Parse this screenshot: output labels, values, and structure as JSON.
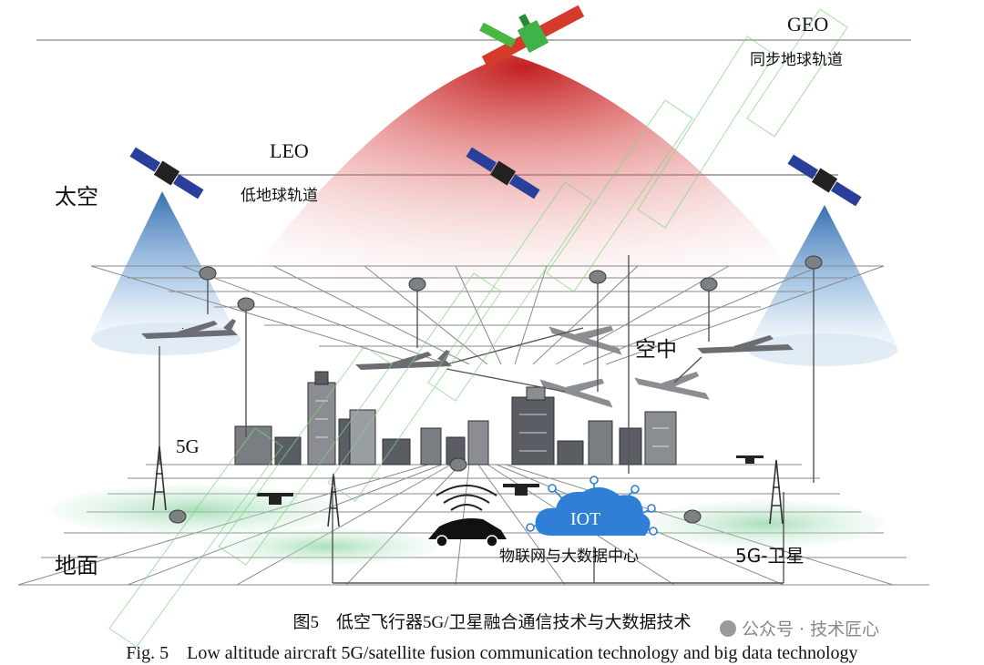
{
  "labels": {
    "geo": "GEO",
    "geo_cn": "同步地球轨道",
    "leo": "LEO",
    "leo_cn": "低地球轨道",
    "space": "太空",
    "air": "空中",
    "ground": "地面",
    "five_g": "5G",
    "iot": "IOT",
    "iot_cn": "物联网与大数据中心",
    "five_g_sat": "5G-卫星"
  },
  "caption": {
    "cn": "图5　低空飞行器5G/卫星融合通信技术与大数据技术",
    "en": "Fig. 5　Low altitude aircraft 5G/satellite fusion communication technology and big data technology"
  },
  "watermark": {
    "text": "公众号 · 技术匠心"
  },
  "colors": {
    "geo_beam": "#c81e1e",
    "leo_beam": "#2c6eb3",
    "ground_zone": "#8fd3a6",
    "iot_cloud": "#2f7fd6",
    "watermark_stroke": "#7ed67e"
  }
}
